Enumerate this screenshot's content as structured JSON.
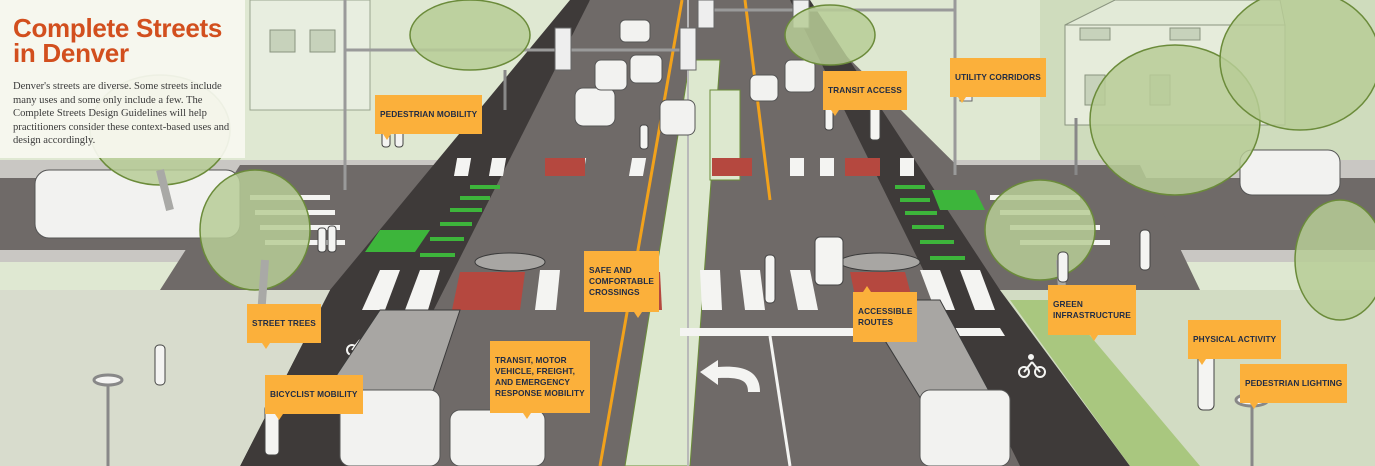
{
  "title": {
    "line1": "Complete Streets",
    "line2": "in Denver"
  },
  "intro_text": "Denver's streets are diverse. Some streets include many uses and some only include a few. The Complete Streets Design Guidelines will help practitioners consider these context-based uses and design accordingly.",
  "colors": {
    "title_orange": "#d24f1e",
    "callout_bg": "#fbb03b",
    "callout_text": "#1f2b45",
    "asphalt": "#6f6a68",
    "bike_lane": "#3e3a39",
    "green_paint": "#3db53b",
    "foliage": "#b7cd97",
    "crosswalk_red": "#b5483f",
    "center_line": "#f2a21b"
  },
  "callouts": [
    {
      "id": "pedestrian-mobility",
      "label": "PEDESTRIAN MOBILITY"
    },
    {
      "id": "transit-access",
      "label": "TRANSIT ACCESS"
    },
    {
      "id": "utility-corridors",
      "label": "UTILITY CORRIDORS"
    },
    {
      "id": "safe-crossings",
      "label": "SAFE AND\nCOMFORTABLE\nCROSSINGS"
    },
    {
      "id": "street-trees",
      "label": "STREET TREES"
    },
    {
      "id": "accessible-routes",
      "label": "ACCESSIBLE\nROUTES"
    },
    {
      "id": "green-infrastructure",
      "label": "GREEN\nINFRASTRUCTURE"
    },
    {
      "id": "transit-motor-freight",
      "label": "TRANSIT, MOTOR\nVEHICLE, FREIGHT,\nAND EMERGENCY\nRESPONSE MOBILITY"
    },
    {
      "id": "bicyclist-mobility",
      "label": "BICYCLIST MOBILITY"
    },
    {
      "id": "physical-activity",
      "label": "PHYSICAL ACTIVITY"
    },
    {
      "id": "pedestrian-lighting",
      "label": "PEDESTRIAN LIGHTING"
    }
  ]
}
